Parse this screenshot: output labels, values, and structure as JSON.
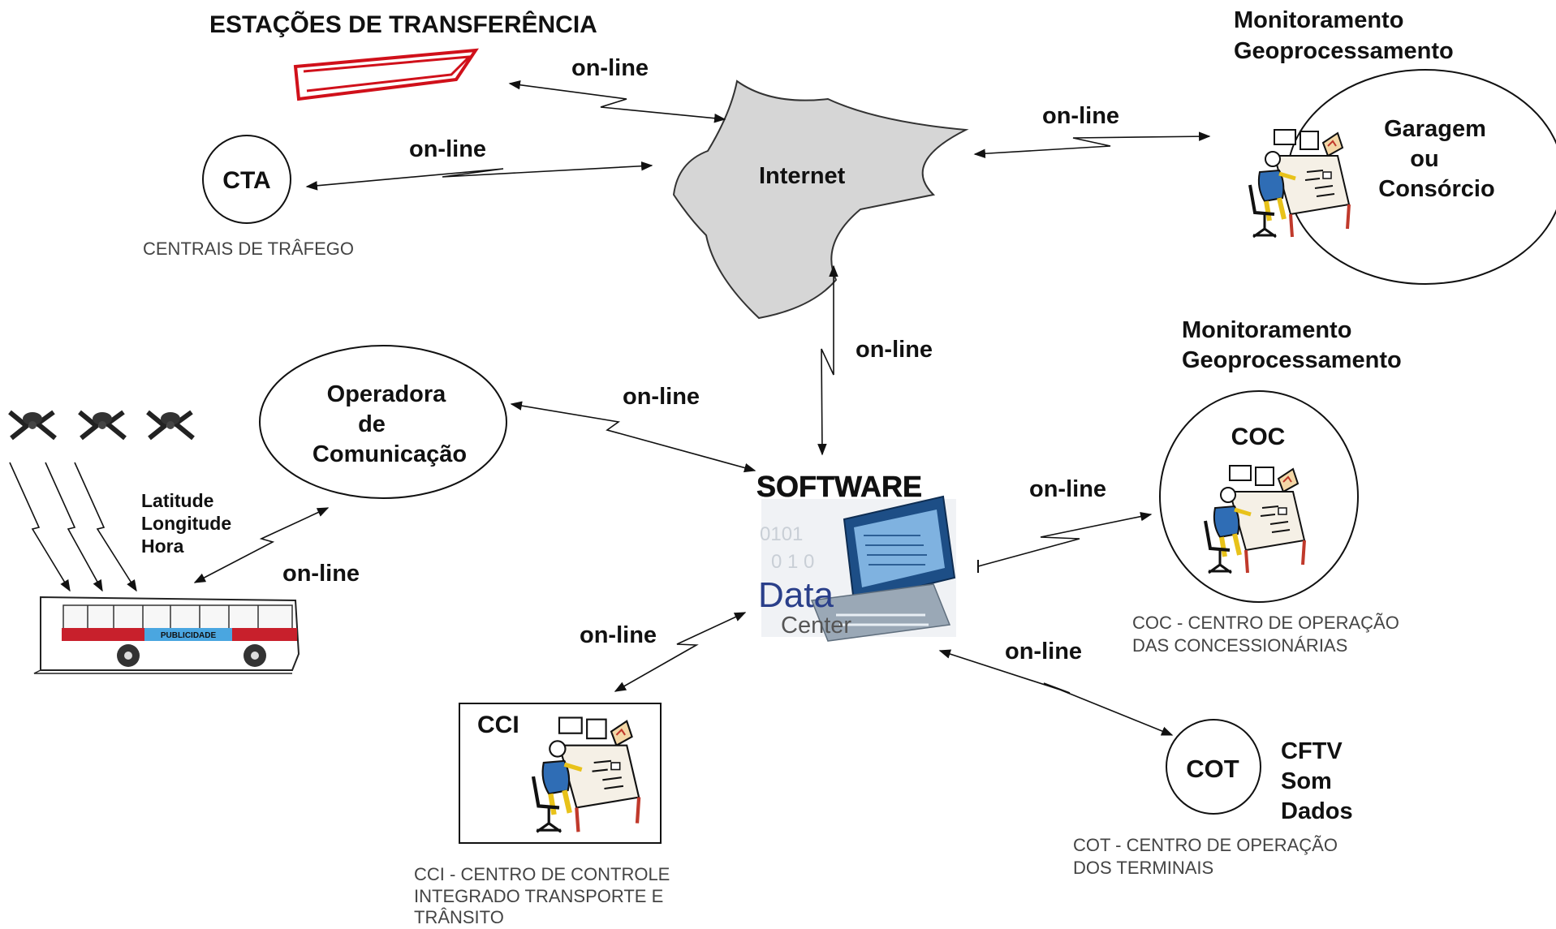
{
  "titles": {
    "transfer_stations": "ESTAÇÕES DE TRANSFERÊNCIA",
    "monitoring_top": [
      "Monitoramento",
      "Geoprocessamento"
    ],
    "monitoring_mid": [
      "Monitoramento",
      "Geoprocessamento"
    ]
  },
  "nodes": {
    "internet": "Internet",
    "cta": "CTA",
    "cta_caption": "CENTRAIS DE TRÂFEGO",
    "garage": [
      "Garagem",
      "ou",
      "Consórcio"
    ],
    "operator": [
      "Operadora",
      "de",
      "Comunicação"
    ],
    "software": "SOFTWARE",
    "data_center": [
      "Data",
      "Center"
    ],
    "coc": "COC",
    "coc_caption": [
      "COC - CENTRO DE OPERAÇÃO",
      "DAS CONCESSIONÁRIAS"
    ],
    "cci": "CCI",
    "cci_caption": [
      "CCI - CENTRO DE CONTROLE",
      "INTEGRADO TRANSPORTE  E",
      "TRÂNSITO"
    ],
    "cot": "COT",
    "cot_caption": [
      "COT - CENTRO DE OPERAÇÃO",
      "DOS TERMINAIS"
    ],
    "cftv": [
      "CFTV",
      "Som",
      "Dados"
    ],
    "gps": [
      "Latitude",
      "Longitude",
      "Hora"
    ],
    "bus_ad": "PUBLICIDADE"
  },
  "link_label": "on-line"
}
